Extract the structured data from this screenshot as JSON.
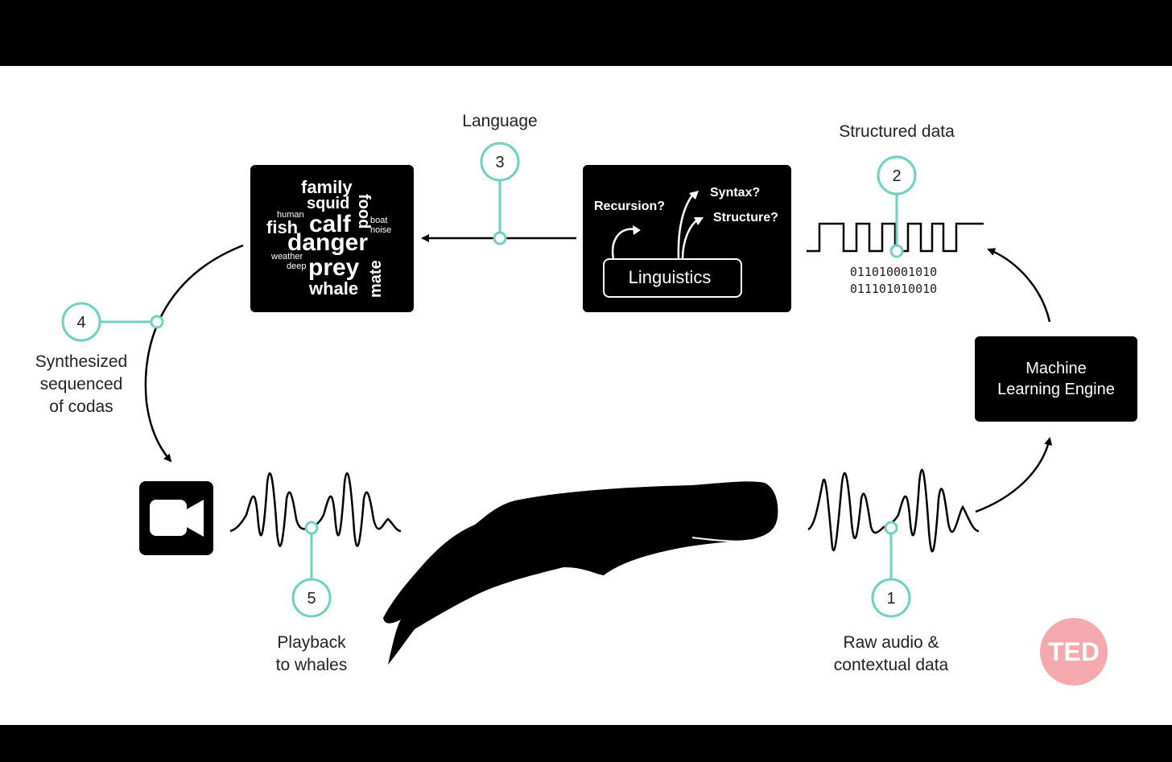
{
  "colors": {
    "accent": "#6fd1c1",
    "ink": "#000000",
    "ted": "#f3a9ae"
  },
  "steps": [
    {
      "number": "1",
      "label_lines": [
        "Raw audio &",
        "contextual data"
      ]
    },
    {
      "number": "2",
      "label_lines": [
        "Structured data"
      ]
    },
    {
      "number": "3",
      "label_lines": [
        "Language"
      ]
    },
    {
      "number": "4",
      "label_lines": [
        "Synthesized",
        "sequenced",
        "of codas"
      ]
    },
    {
      "number": "5",
      "label_lines": [
        "Playback",
        "to whales"
      ]
    }
  ],
  "binary_lines": [
    "011010001010",
    "011101010010"
  ],
  "ml_box": {
    "lines": [
      "Machine",
      "Learning Engine"
    ]
  },
  "linguistics_box": {
    "label": "Linguistics",
    "recursion": "Recursion?",
    "syntax": "Syntax?",
    "structure": "Structure?"
  },
  "word_cloud": [
    "family",
    "squid",
    "human",
    "calf",
    "food",
    "fish",
    "boat",
    "noise",
    "danger",
    "weather",
    "deep",
    "prey",
    "mate",
    "whale"
  ],
  "icons": {
    "camera": "video-camera-icon",
    "whale": "sperm-whale-silhouette",
    "logo": "ted-logo"
  },
  "logo_text": "TED"
}
